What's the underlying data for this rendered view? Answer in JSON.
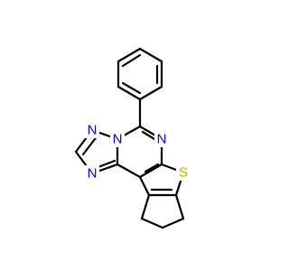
{
  "molecule": {
    "atoms": [
      {
        "id": "N1",
        "label": "N",
        "color": "#0000ff"
      },
      {
        "id": "N2",
        "label": "N",
        "color": "#0000ff"
      },
      {
        "id": "N3",
        "label": "N",
        "color": "#0000ff"
      },
      {
        "id": "N4",
        "label": "N",
        "color": "#0000ff"
      },
      {
        "id": "S1",
        "label": "S",
        "color": "#b8b800"
      }
    ]
  }
}
